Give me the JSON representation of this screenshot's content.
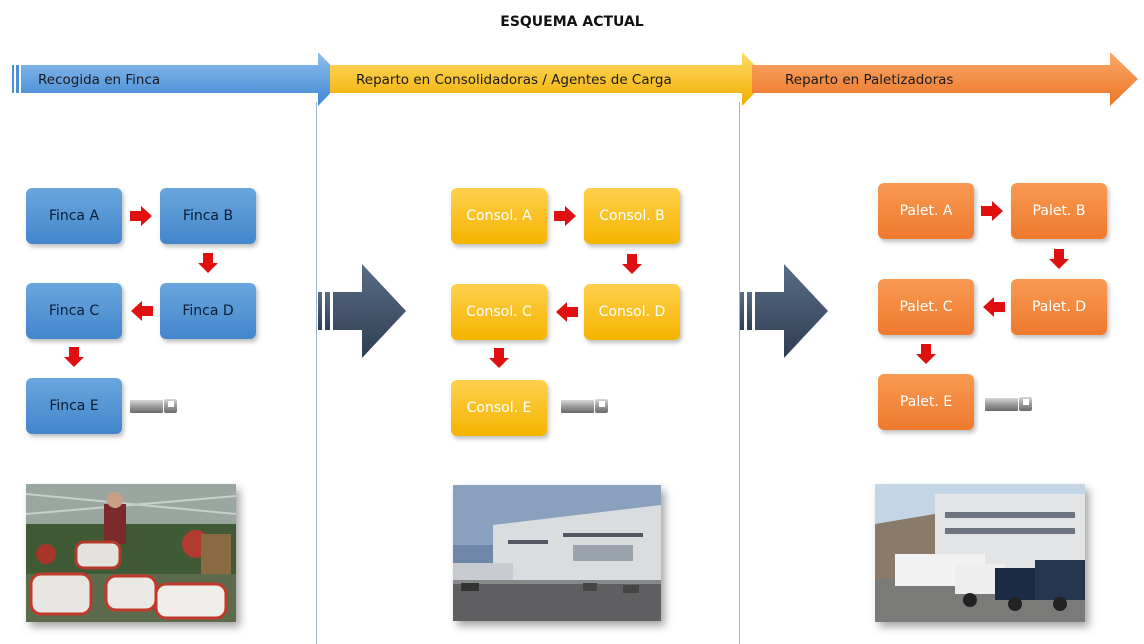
{
  "title": "ESQUEMA ACTUAL",
  "phases": [
    {
      "label": "Recogida en Finca",
      "color": "#4a90d9"
    },
    {
      "label": "Reparto en Consolidadoras / Agentes de Carga",
      "color": "#f7b500"
    },
    {
      "label": "Reparto en Paletizadoras",
      "color": "#f0812e"
    }
  ],
  "fincas": {
    "a": "Finca A",
    "b": "Finca B",
    "c": "Finca C",
    "d": "Finca D",
    "e": "Finca E"
  },
  "consol": {
    "a": "Consol. A",
    "b": "Consol. B",
    "c": "Consol. C",
    "d": "Consol. D",
    "e": "Consol. E"
  },
  "palet": {
    "a": "Palet. A",
    "b": "Palet. B",
    "c": "Palet. C",
    "d": "Palet. D",
    "e": "Palet. E"
  },
  "colors": {
    "flow_arrow": "#e01010",
    "transition_arrow": "#3d4f66",
    "divider": "#9fb8d0"
  }
}
